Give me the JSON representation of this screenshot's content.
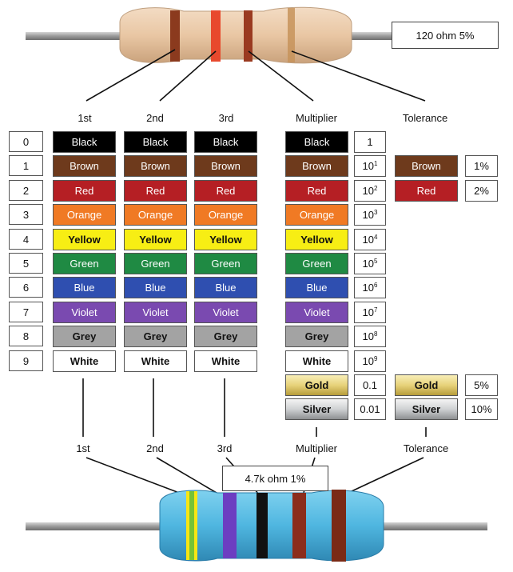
{
  "top_label": "120 ohm 5%",
  "bottom_label": "4.7k ohm 1%",
  "headers_top": {
    "first": "1st",
    "second": "2nd",
    "third": "3rd",
    "multiplier": "Multiplier",
    "tolerance": "Tolerance"
  },
  "headers_bottom": {
    "first": "1st",
    "second": "2nd",
    "third": "3rd",
    "multiplier": "Multiplier",
    "tolerance": "Tolerance"
  },
  "digits": [
    "0",
    "1",
    "2",
    "3",
    "4",
    "5",
    "6",
    "7",
    "8",
    "9"
  ],
  "colors": [
    {
      "name": "Black",
      "bg": "#000000",
      "fg": "#ffffff"
    },
    {
      "name": "Brown",
      "bg": "#6e3a1c",
      "fg": "#ffffff"
    },
    {
      "name": "Red",
      "bg": "#b51f24",
      "fg": "#ffffff"
    },
    {
      "name": "Orange",
      "bg": "#f07a24",
      "fg": "#ffffff"
    },
    {
      "name": "Yellow",
      "bg": "#f7ee14",
      "fg": "#111111"
    },
    {
      "name": "Green",
      "bg": "#1f8a43",
      "fg": "#ffffff"
    },
    {
      "name": "Blue",
      "bg": "#2f4fb0",
      "fg": "#ffffff"
    },
    {
      "name": "Violet",
      "bg": "#7a4ab0",
      "fg": "#ffffff"
    },
    {
      "name": "Grey",
      "bg": "#a3a3a3",
      "fg": "#111111"
    },
    {
      "name": "White",
      "bg": "#ffffff",
      "fg": "#111111"
    }
  ],
  "multiplier_extra": [
    {
      "name": "Gold",
      "bg": "#e9d98a",
      "fg": "#111111",
      "value": "0.1"
    },
    {
      "name": "Silver",
      "bg": "#cfd1d3",
      "fg": "#111111",
      "value": "0.01"
    }
  ],
  "multiplier_values": [
    {
      "base": "1",
      "exp": ""
    },
    {
      "base": "10",
      "exp": "1"
    },
    {
      "base": "10",
      "exp": "2"
    },
    {
      "base": "10",
      "exp": "3"
    },
    {
      "base": "10",
      "exp": "4"
    },
    {
      "base": "10",
      "exp": "5"
    },
    {
      "base": "10",
      "exp": "6"
    },
    {
      "base": "10",
      "exp": "7"
    },
    {
      "base": "10",
      "exp": "8"
    },
    {
      "base": "10",
      "exp": "9"
    }
  ],
  "tolerance": [
    {
      "name": "Brown",
      "bg": "#6e3a1c",
      "fg": "#ffffff",
      "value": "1%"
    },
    {
      "name": "Red",
      "bg": "#b51f24",
      "fg": "#ffffff",
      "value": "2%"
    },
    {
      "name": "Gold",
      "bg": "#e9d98a",
      "fg": "#111111",
      "value": "5%"
    },
    {
      "name": "Silver",
      "bg": "#cfd1d3",
      "fg": "#111111",
      "value": "10%"
    }
  ]
}
